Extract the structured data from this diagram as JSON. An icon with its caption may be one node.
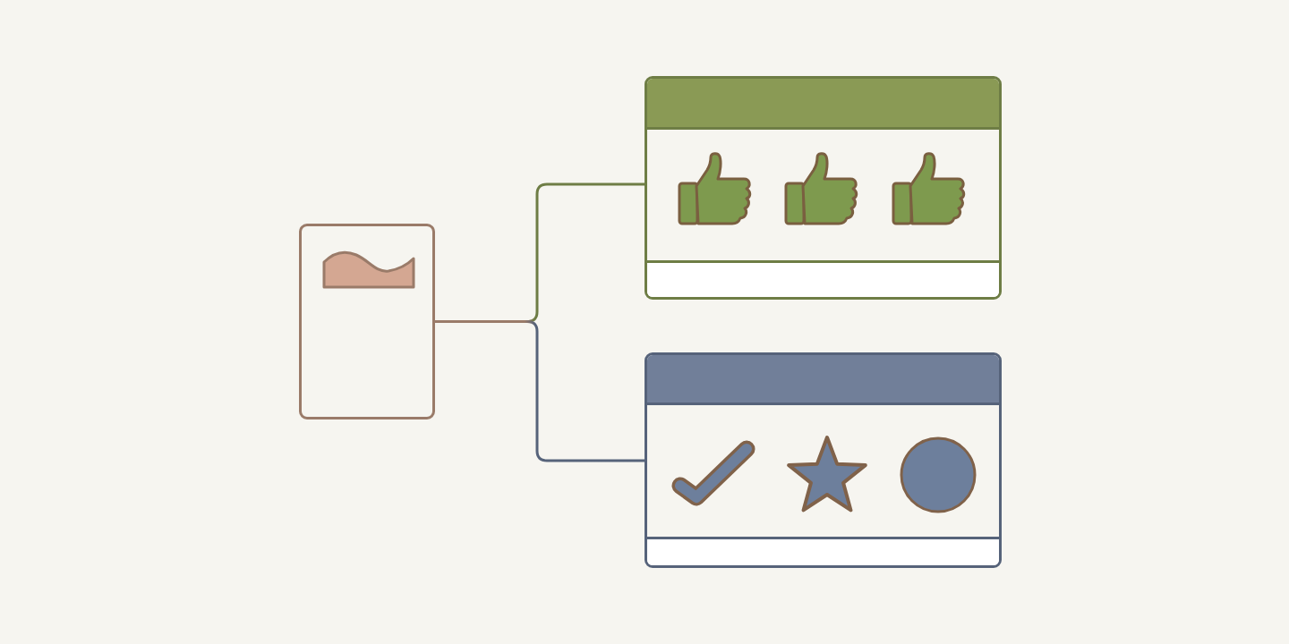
{
  "diagram": {
    "nodes": [
      {
        "text": [],
        "shape": "box"
      },
      {
        "text": [],
        "shape": "box"
      },
      {
        "text": [],
        "shape": "box"
      }
    ],
    "edges": [
      {
        "from": 0,
        "to": 1,
        "arrow": "none",
        "color": "#6e7d45"
      },
      {
        "from": 0,
        "to": 2,
        "arrow": "none",
        "color": "#56637a"
      }
    ]
  }
}
